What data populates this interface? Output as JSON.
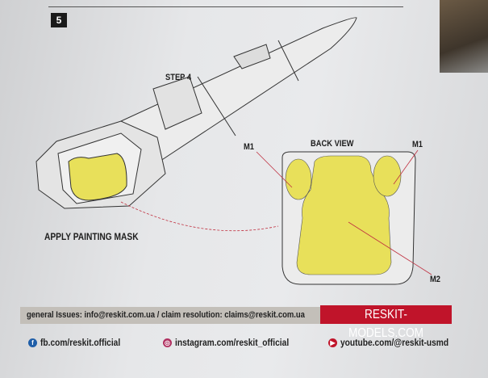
{
  "step_number": "5",
  "labels": {
    "step4": "STEP 4",
    "back_view": "BACK VIEW",
    "m1_left": "M1",
    "m1_right": "M1",
    "m2": "M2",
    "apply_mask": "APPLY PAINTING MASK"
  },
  "footer": {
    "contacts": "general Issues: info@reskit.com.ua / claim resolution: claims@reskit.com.ua",
    "website": "RESKIT-MODELS.COM",
    "social": [
      {
        "icon": "facebook-icon",
        "text": "fb.com/reskit.official"
      },
      {
        "icon": "instagram-icon",
        "text": "instagram.com/reskit_official"
      },
      {
        "icon": "youtube-icon",
        "text": "youtube.com/@reskit-usmd"
      }
    ]
  },
  "colors": {
    "mask": "#e8e05a",
    "brand_red": "#c0142a"
  }
}
